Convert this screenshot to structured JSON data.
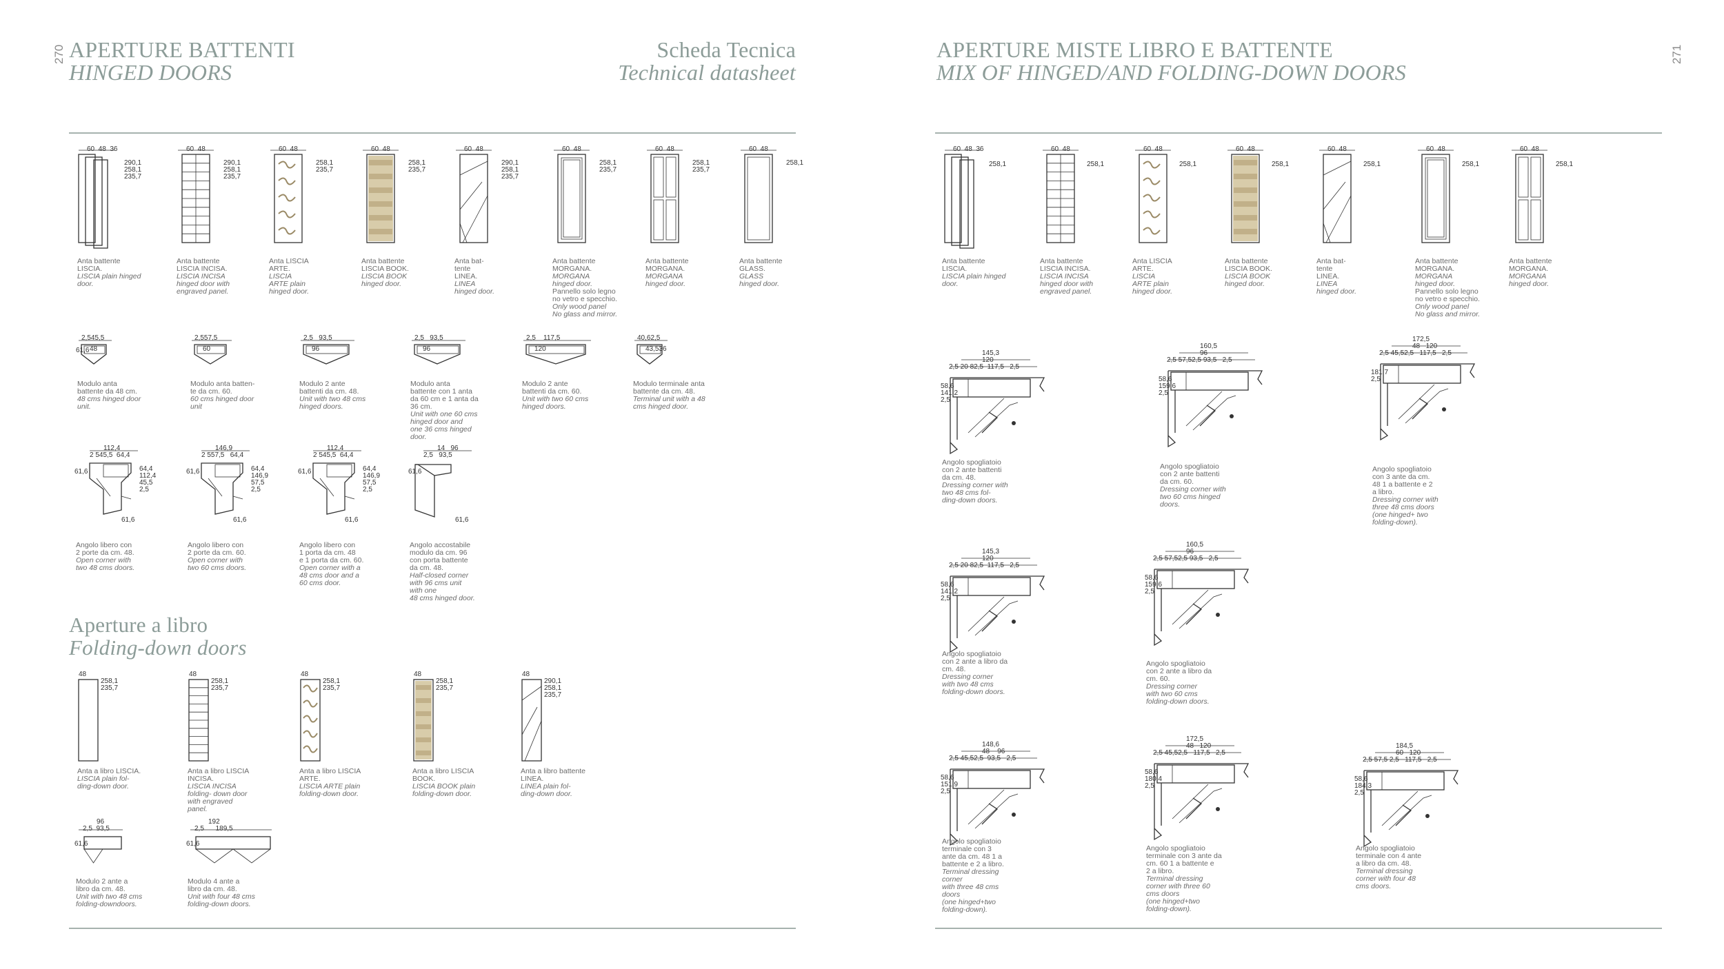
{
  "left_page": {
    "page_number": "270",
    "title_it": "APERTURE BATTENTI",
    "title_en": "HINGED DOORS",
    "datasheet_it": "Scheda Tecnica",
    "datasheet_en": "Technical datasheet",
    "hinged_doors": [
      {
        "dims_top": "60  48  36",
        "dims_side": "290,1\n258,1\n235,7",
        "cap": [
          "Anta battente",
          "LISCIA."
        ],
        "cap_it": [
          "LISCIA plain hinged",
          "door."
        ]
      },
      {
        "dims_top": "60  48",
        "dims_side": "290,1\n258,1\n235,7",
        "cap": [
          "Anta battente",
          "LISCIA INCISA."
        ],
        "cap_it": [
          "LISCIA INCISA",
          "hinged door with",
          "engraved panel."
        ]
      },
      {
        "dims_top": "60  48",
        "dims_side": "258,1\n235,7",
        "cap": [
          "Anta LISCIA",
          "ARTE."
        ],
        "cap_it": [
          "LISCIA",
          "ARTE plain",
          "hinged door."
        ]
      },
      {
        "dims_top": "60  48",
        "dims_side": "258,1\n235,7",
        "cap": [
          "Anta battente",
          "LISCIA BOOK."
        ],
        "cap_it": [
          "LISCIA BOOK",
          "hinged door."
        ]
      },
      {
        "dims_top": "60  48",
        "dims_side": "290,1\n258,1\n235,7",
        "cap": [
          "Anta bat-",
          "tente",
          "LINEA."
        ],
        "cap_it": [
          "LINEA",
          "hinged door."
        ]
      },
      {
        "dims_top": "60  48",
        "dims_side": "258,1\n235,7",
        "cap": [
          "Anta battente",
          "MORGANA."
        ],
        "cap_it": [
          "MORGANA",
          "hinged door."
        ],
        "cap_extra": [
          "Pannello solo legno",
          "no vetro e specchio."
        ],
        "cap_extra_it": [
          "Only wood panel",
          "No glass and mirror."
        ]
      },
      {
        "dims_top": "60  48",
        "dims_side": "258,1\n235,7",
        "cap": [
          "Anta battente",
          "MORGANA."
        ],
        "cap_it": [
          "MORGANA",
          "hinged door."
        ]
      },
      {
        "dims_top": "60  48",
        "dims_side": "258,1",
        "cap": [
          "Anta battente",
          "GLASS."
        ],
        "cap_it": [
          "GLASS",
          "hinged door."
        ]
      }
    ],
    "modules": [
      {
        "dims": "2,545,5",
        "inner": "48",
        "side": "61,6",
        "cap": [
          "Modulo anta",
          "battente da 48 cm."
        ],
        "cap_it": [
          "48 cms hinged door",
          "unit."
        ]
      },
      {
        "dims": "2,557,5",
        "inner": "60",
        "cap": [
          "Modulo anta batten-",
          "te da cm. 60."
        ],
        "cap_it": [
          "60 cms hinged door",
          "unit"
        ]
      },
      {
        "dims": "2,5   93,5",
        "inner": "96",
        "cap": [
          "Modulo 2 ante",
          "battenti da cm. 48."
        ],
        "cap_it": [
          "Unit with two 48 cms",
          "hinged doors."
        ]
      },
      {
        "dims": "2,5   93,5",
        "inner": "96",
        "cap": [
          "Modulo anta",
          "battente con 1 anta",
          "da 60 cm e 1 anta da",
          "36 cm."
        ],
        "cap_it": [
          "Unit with one 60 cms",
          "hinged door and",
          "one 36 cms hinged",
          "door."
        ]
      },
      {
        "dims": "2,5    117,5",
        "inner": "120",
        "cap": [
          "Modulo 2 ante",
          "battenti da cm. 60."
        ],
        "cap_it": [
          "Unit with two 60 cms",
          "hinged doors."
        ]
      },
      {
        "dims": "40,62,5",
        "inner": "43,536",
        "cap": [
          "Modulo terminale anta",
          "battente da cm. 48."
        ],
        "cap_it": [
          "Terminal unit with a 48",
          "cms hinged door."
        ]
      }
    ],
    "corners": [
      {
        "top": "112,4",
        "top2": "2 545,5  64,4",
        "side": "61,6",
        "right": "64,4\n112,4\n45,5\n2,5",
        "bottom": "61,6",
        "cap": [
          "Angolo libero con",
          "2 porte da cm. 48."
        ],
        "cap_it": [
          "Open corner with",
          "two 48 cms doors."
        ]
      },
      {
        "top": "146,9",
        "top2": "2 557,5   64,4",
        "side": "61,6",
        "right": "64,4\n146,9\n57,5\n2,5",
        "bottom": "61,6",
        "cap": [
          "Angolo libero con",
          "2 porte da cm. 60."
        ],
        "cap_it": [
          "Open corner with",
          "two 60 cms doors."
        ]
      },
      {
        "top": "112,4",
        "top2": "2 545,5  64,4",
        "side": "61,6",
        "right": "64,4\n146,9\n57,5\n2,5",
        "bottom": "61,6",
        "cap": [
          "Angolo libero con",
          "1 porta da cm. 48",
          "e 1 porta da cm. 60."
        ],
        "cap_it": [
          "Open corner with a",
          "48 cms door and a",
          "60 cms door."
        ]
      },
      {
        "top": "14   96",
        "top2": "2,5   93,5",
        "side": "61,6",
        "bottom": "61,6",
        "cap": [
          "Angolo accostabile",
          "modulo da cm. 96",
          "con porta battente",
          "da cm. 48."
        ],
        "cap_it": [
          "Half-closed corner",
          "with 96 cms unit",
          "with one",
          "48 cms hinged door."
        ]
      }
    ],
    "section2_title_it": "Aperture a libro",
    "section2_title_en": "Folding-down doors",
    "folding_doors": [
      {
        "dims_top": "48",
        "dims_side": "258,1\n235,7",
        "cap": [
          "Anta a libro LISCIA."
        ],
        "cap_it": [
          "LISCIA plain fol-",
          "ding-down door."
        ]
      },
      {
        "dims_top": "48",
        "dims_side": "258,1\n235,7",
        "cap": [
          "Anta a libro LISCIA",
          "INCISA."
        ],
        "cap_it": [
          "LISCIA INCISA",
          "folding- down door",
          "with engraved",
          "panel."
        ]
      },
      {
        "dims_top": "48",
        "dims_side": "258,1\n235,7",
        "cap": [
          "Anta a libro LISCIA",
          "ARTE."
        ],
        "cap_it": [
          "LISCIA ARTE plain",
          "folding-down door."
        ]
      },
      {
        "dims_top": "48",
        "dims_side": "258,1\n235,7",
        "cap": [
          "Anta a libro LISCIA",
          "BOOK."
        ],
        "cap_it": [
          "LISCIA BOOK plain",
          "folding-down door."
        ]
      },
      {
        "dims_top": "48",
        "dims_side": "290,1\n258,1\n235,7",
        "cap": [
          "Anta a libro battente",
          "LINEA."
        ],
        "cap_it": [
          "LINEA plain fol-",
          "ding-down door."
        ]
      }
    ],
    "folding_modules": [
      {
        "dims": "2,5  93,5",
        "top": "96",
        "side": "61,6",
        "cap": [
          "Modulo 2 ante a",
          "libro da cm. 48."
        ],
        "cap_it": [
          "Unit with two 48 cms",
          "folding-downdoors."
        ]
      },
      {
        "dims": "2,5      189,5",
        "top": "192",
        "side": "61,6",
        "cap": [
          "Modulo 4 ante a",
          "libro da cm. 48."
        ],
        "cap_it": [
          "Unit with four 48 cms",
          "folding-down doors."
        ]
      }
    ]
  },
  "right_page": {
    "page_number": "271",
    "title_it": "APERTURE MISTE LIBRO E BATTENTE",
    "title_en": "MIX OF HINGED/AND FOLDING-DOWN DOORS",
    "doors": [
      {
        "dims_top": "60  48  36",
        "dims_side": "258,1",
        "cap": [
          "Anta battente",
          "LISCIA."
        ],
        "cap_it": [
          "LISCIA plain hinged",
          "door."
        ]
      },
      {
        "dims_top": "60  48",
        "dims_side": "258,1",
        "cap": [
          "Anta battente",
          "LISCIA INCISA."
        ],
        "cap_it": [
          "LISCIA INCISA",
          "hinged door with",
          "engraved panel."
        ]
      },
      {
        "dims_top": "60  48",
        "dims_side": "258,1",
        "cap": [
          "Anta LISCIA",
          "ARTE."
        ],
        "cap_it": [
          "LISCIA",
          "ARTE plain",
          "hinged door."
        ]
      },
      {
        "dims_top": "60  48",
        "dims_side": "258,1",
        "cap": [
          "Anta battente",
          "LISCIA BOOK."
        ],
        "cap_it": [
          "LISCIA BOOK",
          "hinged door."
        ]
      },
      {
        "dims_top": "60  48",
        "dims_side": "258,1",
        "cap": [
          "Anta bat-",
          "tente",
          "LINEA."
        ],
        "cap_it": [
          "LINEA",
          "hinged door."
        ]
      },
      {
        "dims_top": "60  48",
        "dims_side": "258,1",
        "cap": [
          "Anta battente",
          "MORGANA."
        ],
        "cap_it": [
          "MORGANA",
          "hinged door."
        ],
        "cap_extra": [
          "Pannello solo legno",
          "no vetro e specchio."
        ],
        "cap_extra_it": [
          "Only wood panel",
          "No glass and mirror."
        ]
      },
      {
        "dims_top": "60  48",
        "dims_side": "258,1",
        "cap": [
          "Anta battente",
          "MORGANA."
        ],
        "cap_it": [
          "MORGANA",
          "hinged door."
        ]
      }
    ],
    "dressing_corners": [
      {
        "top": "145,3",
        "top2": "120",
        "top3": "2,5 20 82,5  117,5   2,5",
        "side": "58,6\n141,2\n2,5",
        "cap": [
          "Angolo spogliatoio",
          "con 2 ante battenti",
          "da cm. 48."
        ],
        "cap_it": [
          "Dressing corner with",
          "two 48 cms fol-",
          "ding-down doors."
        ]
      },
      {
        "top": "160,5",
        "top2": "96",
        "top3": "2,5 57,52,5 93,5   2,5",
        "side": "58,6\n159,6\n2,5",
        "cap": [
          "Angolo spogliatoio",
          "con 2 ante battenti",
          "da cm. 60."
        ],
        "cap_it": [
          "Dressing corner with",
          "two 60 cms hinged",
          "doors."
        ]
      },
      {
        "top": "172,5",
        "top2": "48   120",
        "top3": "2,5 45,52,5   117,5   2,5",
        "side": "181,7\n2,5",
        "cap": [
          "Angolo spogliatoio",
          "con 3 ante da cm.",
          "48 1 a battente e 2",
          "a libro."
        ],
        "cap_it": [
          "Dressing corner with",
          "three 48 cms doors",
          "(one hinged+ two",
          "folding-down)."
        ]
      },
      {
        "top": "145,3",
        "top2": "120",
        "top3": "2,5 20 82,5  117,5   2,5",
        "side": "58,6\n141,2\n2,5",
        "cap": [
          "Angolo spogliatoio",
          "con 2 ante a libro da",
          "cm. 48."
        ],
        "cap_it": [
          "Dressing corner",
          "with two 48 cms",
          "folding-down doors."
        ]
      },
      {
        "top": "160,5",
        "top2": "96",
        "top3": "2,5 57,52,5 93,5   2,5",
        "side": "58,6\n159,6\n2,5",
        "cap": [
          "Angolo spogliatoio",
          "con 2 ante a libro da",
          "cm. 60."
        ],
        "cap_it": [
          "Dressing corner",
          "with two 60 cms",
          "folding-down doors."
        ]
      },
      {
        "top": "148,6",
        "top2": "48    96",
        "top3": "2,5 45,52,5  93,5   2,5",
        "side": "58,6\n151,9\n2,5",
        "cap": [
          "Angolo spogliatoio",
          "terminale con 3",
          "ante da cm. 48 1 a",
          "battente e 2 a libro."
        ],
        "cap_it": [
          "Terminal dressing",
          "corner",
          "with three 48 cms",
          "doors",
          "(one hinged+two",
          "folding-down)."
        ]
      },
      {
        "top": "172,5",
        "top2": "48   120",
        "top3": "2,5 45,52,5   117,5   2,5",
        "side": "58,6\n180,4\n2,5",
        "cap": [
          "Angolo spogliatoio",
          "terminale con 3 ante da",
          "cm. 60 1 a battente e",
          "2 a libro."
        ],
        "cap_it": [
          "Terminal dressing",
          "corner with three 60",
          "cms doors",
          "(one hinged+two",
          "folding-down)."
        ]
      },
      {
        "top": "184,5",
        "top2": "60   120",
        "top3": "2,5 57,5 2,5   117,5   2,5",
        "side": "58,6\n184,3\n2,5",
        "cap": [
          "Angolo spogliatoio",
          "terminale con 4 ante",
          "a libro da cm. 48."
        ],
        "cap_it": [
          "Terminal dressing",
          "corner with four 48",
          "cms doors."
        ]
      }
    ]
  }
}
